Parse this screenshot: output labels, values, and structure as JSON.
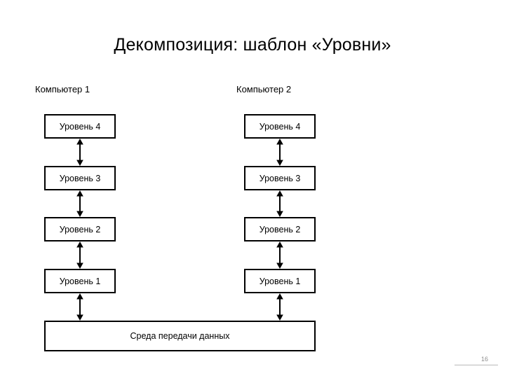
{
  "slide": {
    "title": "Декомпозиция: шаблон «Уровни»",
    "page_number": "16"
  },
  "columns": [
    {
      "caption": "Компьютер 1",
      "levels": [
        {
          "label": "Уровень 4"
        },
        {
          "label": "Уровень 3"
        },
        {
          "label": "Уровень 2"
        },
        {
          "label": "Уровень 1"
        }
      ]
    },
    {
      "caption": "Компьютер 2",
      "levels": [
        {
          "label": "Уровень 4"
        },
        {
          "label": "Уровень 3"
        },
        {
          "label": "Уровень 2"
        },
        {
          "label": "Уровень 1"
        }
      ]
    }
  ],
  "medium": {
    "label": "Среда передачи данных"
  },
  "connectors": {
    "type": "double-headed-vertical-arrow",
    "count": 8,
    "pairs": [
      "Уровень 4 ↔ Уровень 3 (Компьютер 1)",
      "Уровень 3 ↔ Уровень 2 (Компьютер 1)",
      "Уровень 2 ↔ Уровень 1 (Компьютер 1)",
      "Уровень 1 ↔ Среда передачи данных (Компьютер 1)",
      "Уровень 4 ↔ Уровень 3 (Компьютер 2)",
      "Уровень 3 ↔ Уровень 2 (Компьютер 2)",
      "Уровень 2 ↔ Уровень 1 (Компьютер 2)",
      "Уровень 1 ↔ Среда передачи данных (Компьютер 2)"
    ]
  },
  "colors": {
    "background": "#ffffff",
    "stroke": "#000000",
    "text": "#000000",
    "footer": "#8f8f8f"
  }
}
